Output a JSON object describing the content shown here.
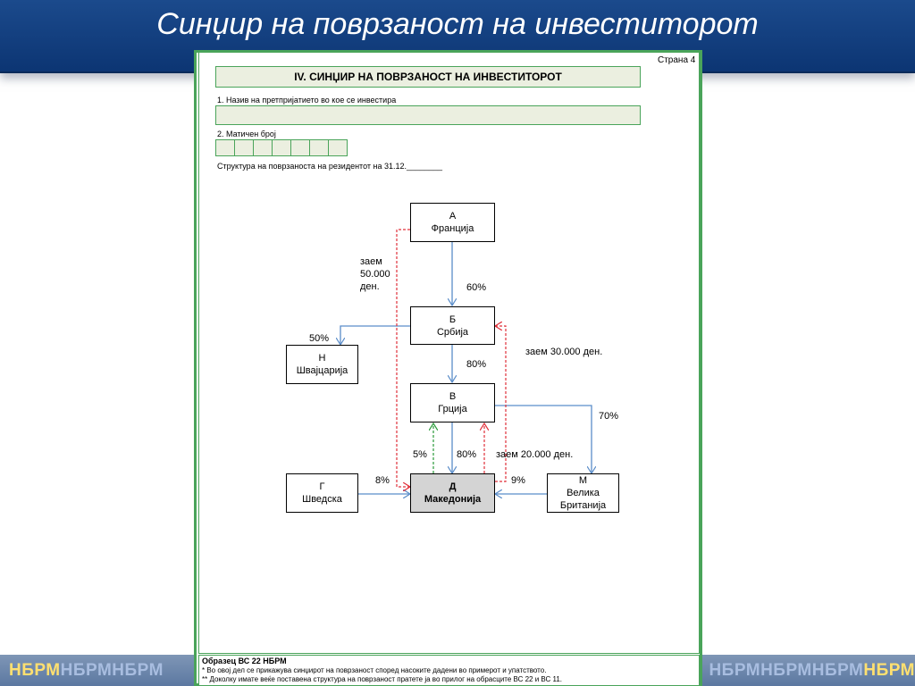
{
  "slide": {
    "title": "Синџир на поврзаност на инвеститорот",
    "logo_left": "НБРМ",
    "logo_right": "НБРМ"
  },
  "form": {
    "page_label": "Страна 4",
    "section_heading": "IV. СИНЏИР НА ПОВРЗАНОСТ НА ИНВЕСТИТОРОТ",
    "field1_label": "1. Назив на претпријатието во кое се инвестира",
    "field2_label": "2. Матичен број",
    "structure_label": "Структура на поврзаноста на резидентот на 31.12.________",
    "form_code": "Образец ВС 22 НБРМ",
    "note1": "* Во овој дел се прикажува синџирот на поврзаност според насоките дадени во примерот и упатството.",
    "note2": "** Доколку имате веќе поставена структура на поврзаност пратете ја во прилог на обрасците ВС 22 и ВС 11."
  },
  "nodes": {
    "A": {
      "letter": "А",
      "country": "Франција"
    },
    "B": {
      "letter": "Б",
      "country": "Србија"
    },
    "N": {
      "letter": "Н",
      "country": "Швајцарија"
    },
    "V": {
      "letter": "В",
      "country": "Грција"
    },
    "G": {
      "letter": "Г",
      "country": "Шведска"
    },
    "D": {
      "letter": "Д",
      "country": "Македонија"
    },
    "M": {
      "letter": "М",
      "country1": "Велика",
      "country2": "Британија"
    }
  },
  "links": {
    "a_b": "60%",
    "b_n": "50%",
    "b_v": "80%",
    "v_m": "70%",
    "v_d": "80%",
    "d_v": "5%",
    "g_d": "8%",
    "m_d": "9%",
    "loan_a_d_1": "заем",
    "loan_a_d_2": "50.000",
    "loan_a_d_3": "ден.",
    "loan_d_b": "заем 30.000 ден.",
    "loan_d_v": "заем 20.000 ден."
  },
  "colors": {
    "title_bar": "#0c3573",
    "ownership_arrow": "#5b8dc9",
    "loan_arrow": "#e0303a",
    "minority_arrow": "#2a9a3a",
    "form_border": "#4aa45a",
    "form_fill": "#ebefe0",
    "logo_bright": "#ffe070",
    "logo_dim": "#a8bde0"
  }
}
